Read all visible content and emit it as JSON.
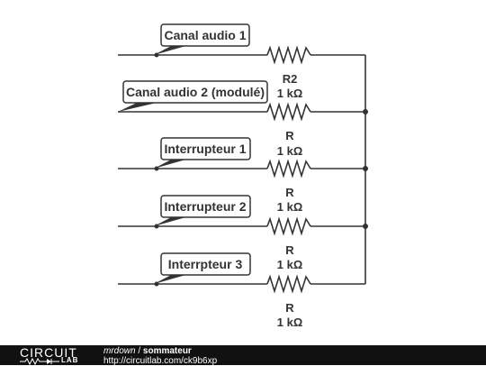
{
  "schematic": {
    "labels": [
      "Canal audio 1",
      "Canal audio 2 (modulé)",
      "Interrupteur 1",
      "Interrupteur 2",
      "Interrpteur 3"
    ],
    "resistors": [
      {
        "name": "R2",
        "value": "1 kΩ"
      },
      {
        "name": "R",
        "value": "1 kΩ"
      },
      {
        "name": "R",
        "value": "1 kΩ"
      },
      {
        "name": "R",
        "value": "1 kΩ"
      },
      {
        "name": "R",
        "value": "1 kΩ"
      }
    ]
  },
  "footer": {
    "brand_top": "CIRCUIT",
    "brand_bottom": "LAB",
    "author": "mrdown",
    "separator": " / ",
    "title": "sommateur",
    "url": "http://circuitlab.com/ck9b6xp"
  }
}
